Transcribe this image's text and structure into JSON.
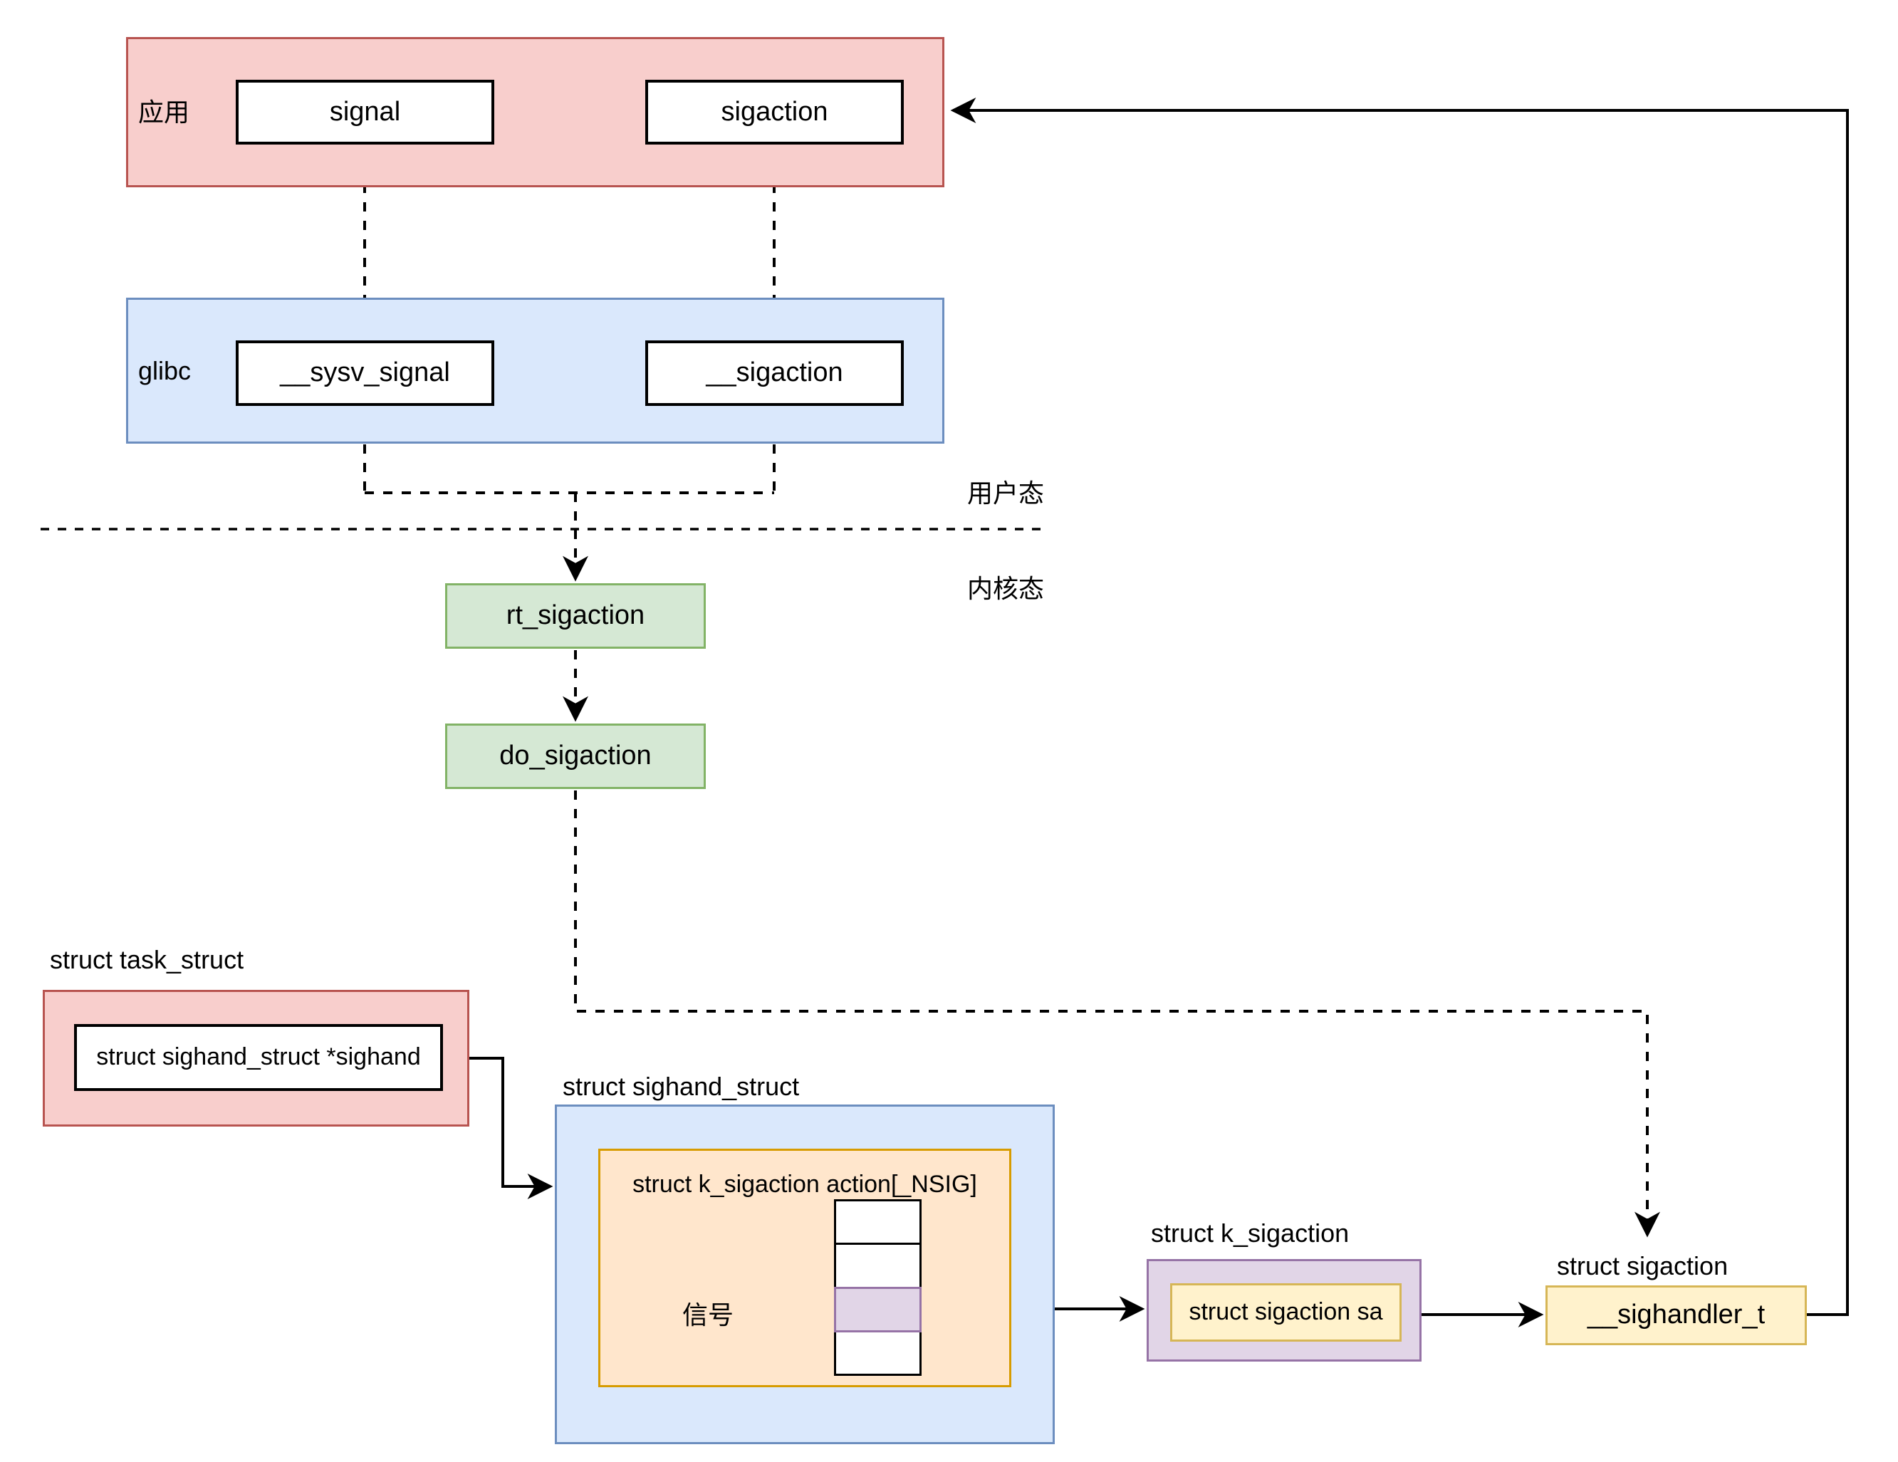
{
  "diagram": {
    "app_layer": {
      "label": "应用",
      "signal": "signal",
      "sigaction": "sigaction"
    },
    "glibc_layer": {
      "label": "glibc",
      "sysv_signal": "__sysv_signal",
      "sigaction": "__sigaction"
    },
    "mode_labels": {
      "user": "用户态",
      "kernel": "内核态"
    },
    "kernel_funcs": {
      "rt_sigaction": "rt_sigaction",
      "do_sigaction": "do_sigaction"
    },
    "task_struct": {
      "title": "struct task_struct",
      "field": "struct sighand_struct *sighand"
    },
    "sighand_struct": {
      "title": "struct sighand_struct",
      "array_label": "struct k_sigaction action[_NSIG]",
      "signal_label": "信号"
    },
    "k_sigaction": {
      "title": "struct k_sigaction",
      "field": "struct sigaction sa"
    },
    "sigaction_struct": {
      "title": "struct sigaction",
      "field": "__sighandler_t"
    }
  },
  "colors": {
    "red_fill": "#f8cecc",
    "red_stroke": "#b85450",
    "blue_fill": "#dae8fc",
    "blue_stroke": "#6c8ebf",
    "green_fill": "#d5e8d4",
    "green_stroke": "#82b366",
    "orange_fill": "#ffe6cc",
    "orange_stroke": "#d79b00",
    "purple_fill": "#e1d5e7",
    "purple_stroke": "#9673a6",
    "yellow_fill": "#fff2cc",
    "yellow_stroke": "#d6b656",
    "line": "#000000",
    "background": "#ffffff"
  }
}
